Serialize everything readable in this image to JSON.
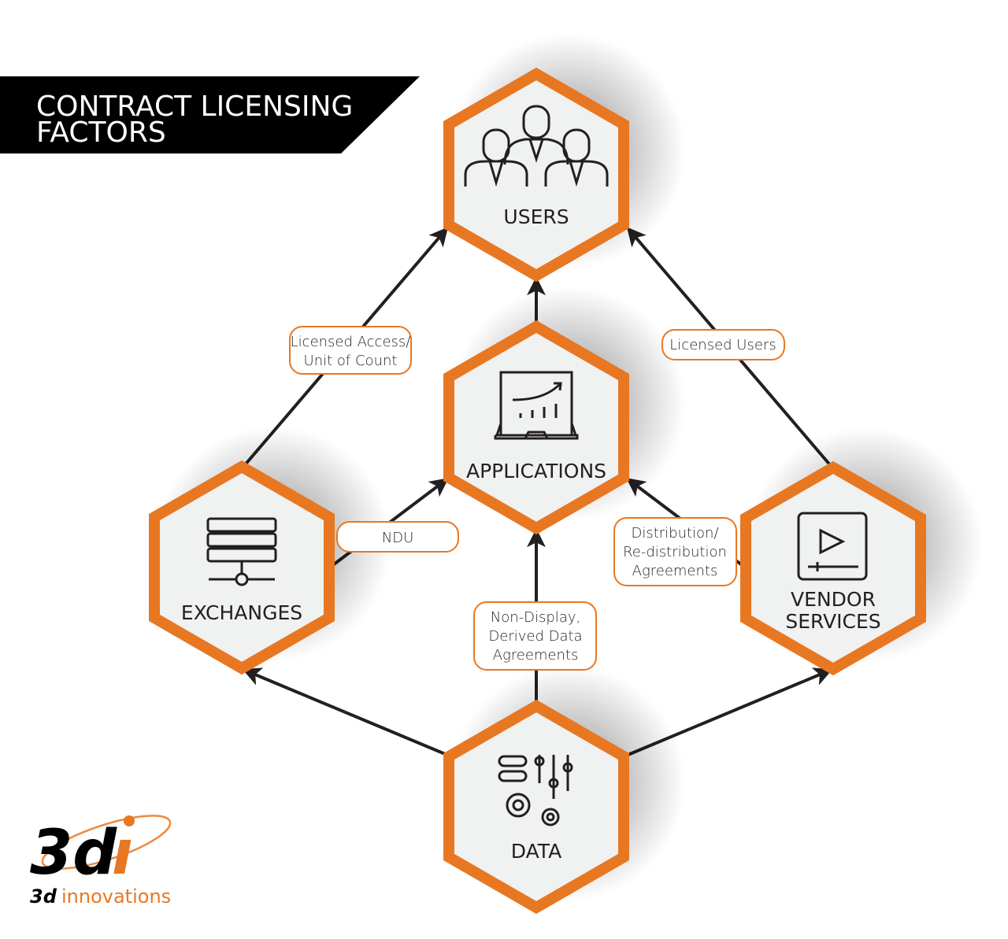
{
  "title": {
    "line1": "CONTRACT LICENSING",
    "line2": "FACTORS"
  },
  "nodes": {
    "users": {
      "label": "USERS",
      "icon": "users-group-icon"
    },
    "applications": {
      "label": "APPLICATIONS",
      "icon": "laptop-chart-icon"
    },
    "exchanges": {
      "label": "EXCHANGES",
      "icon": "server-icon"
    },
    "vendor": {
      "line1": "VENDOR",
      "line2": "SERVICES",
      "icon": "video-play-icon"
    },
    "data": {
      "label": "DATA",
      "icon": "data-settings-icon"
    }
  },
  "edges": {
    "licensed_access": {
      "line1": "Licensed Access/",
      "line2": "Unit of Count"
    },
    "licensed_users": {
      "line1": "Licensed Users"
    },
    "ndu": {
      "line1": "NDU"
    },
    "distribution": {
      "line1": "Distribution/",
      "line2": "Re-distribution",
      "line3": "Agreements"
    },
    "non_display": {
      "line1": "Non-Display,",
      "line2": "Derived Data",
      "line3": "Agreements"
    }
  },
  "logo": {
    "mark": "3di",
    "text_a": "3d",
    "text_b": "innovations"
  },
  "colors": {
    "orange": "#e87722",
    "dark": "#231f20",
    "hexfill": "#f0f1f1"
  }
}
